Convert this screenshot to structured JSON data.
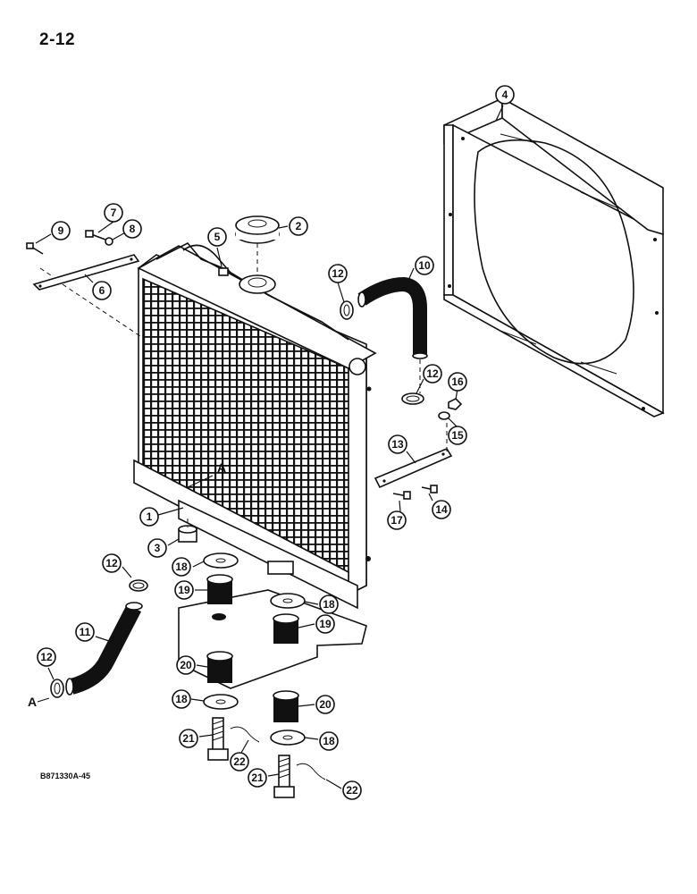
{
  "page_number": "2-12",
  "drawing_code": "B871330A-45",
  "reference_mark": "A",
  "callouts": [
    {
      "id": "c1",
      "label": "1"
    },
    {
      "id": "c2",
      "label": "2"
    },
    {
      "id": "c3",
      "label": "3"
    },
    {
      "id": "c4",
      "label": "4"
    },
    {
      "id": "c5",
      "label": "5"
    },
    {
      "id": "c6",
      "label": "6"
    },
    {
      "id": "c7",
      "label": "7"
    },
    {
      "id": "c8",
      "label": "8"
    },
    {
      "id": "c9",
      "label": "9"
    },
    {
      "id": "c10",
      "label": "10"
    },
    {
      "id": "c11",
      "label": "11"
    },
    {
      "id": "c12a",
      "label": "12"
    },
    {
      "id": "c12b",
      "label": "12"
    },
    {
      "id": "c12c",
      "label": "12"
    },
    {
      "id": "c12d",
      "label": "12"
    },
    {
      "id": "c13",
      "label": "13"
    },
    {
      "id": "c14",
      "label": "14"
    },
    {
      "id": "c15",
      "label": "15"
    },
    {
      "id": "c16",
      "label": "16"
    },
    {
      "id": "c17",
      "label": "17"
    },
    {
      "id": "c18a",
      "label": "18"
    },
    {
      "id": "c18b",
      "label": "18"
    },
    {
      "id": "c18c",
      "label": "18"
    },
    {
      "id": "c18d",
      "label": "18"
    },
    {
      "id": "c19a",
      "label": "19"
    },
    {
      "id": "c19b",
      "label": "19"
    },
    {
      "id": "c20a",
      "label": "20"
    },
    {
      "id": "c20b",
      "label": "20"
    },
    {
      "id": "c21a",
      "label": "21"
    },
    {
      "id": "c21b",
      "label": "21"
    },
    {
      "id": "c22a",
      "label": "22"
    },
    {
      "id": "c22b",
      "label": "22"
    }
  ]
}
